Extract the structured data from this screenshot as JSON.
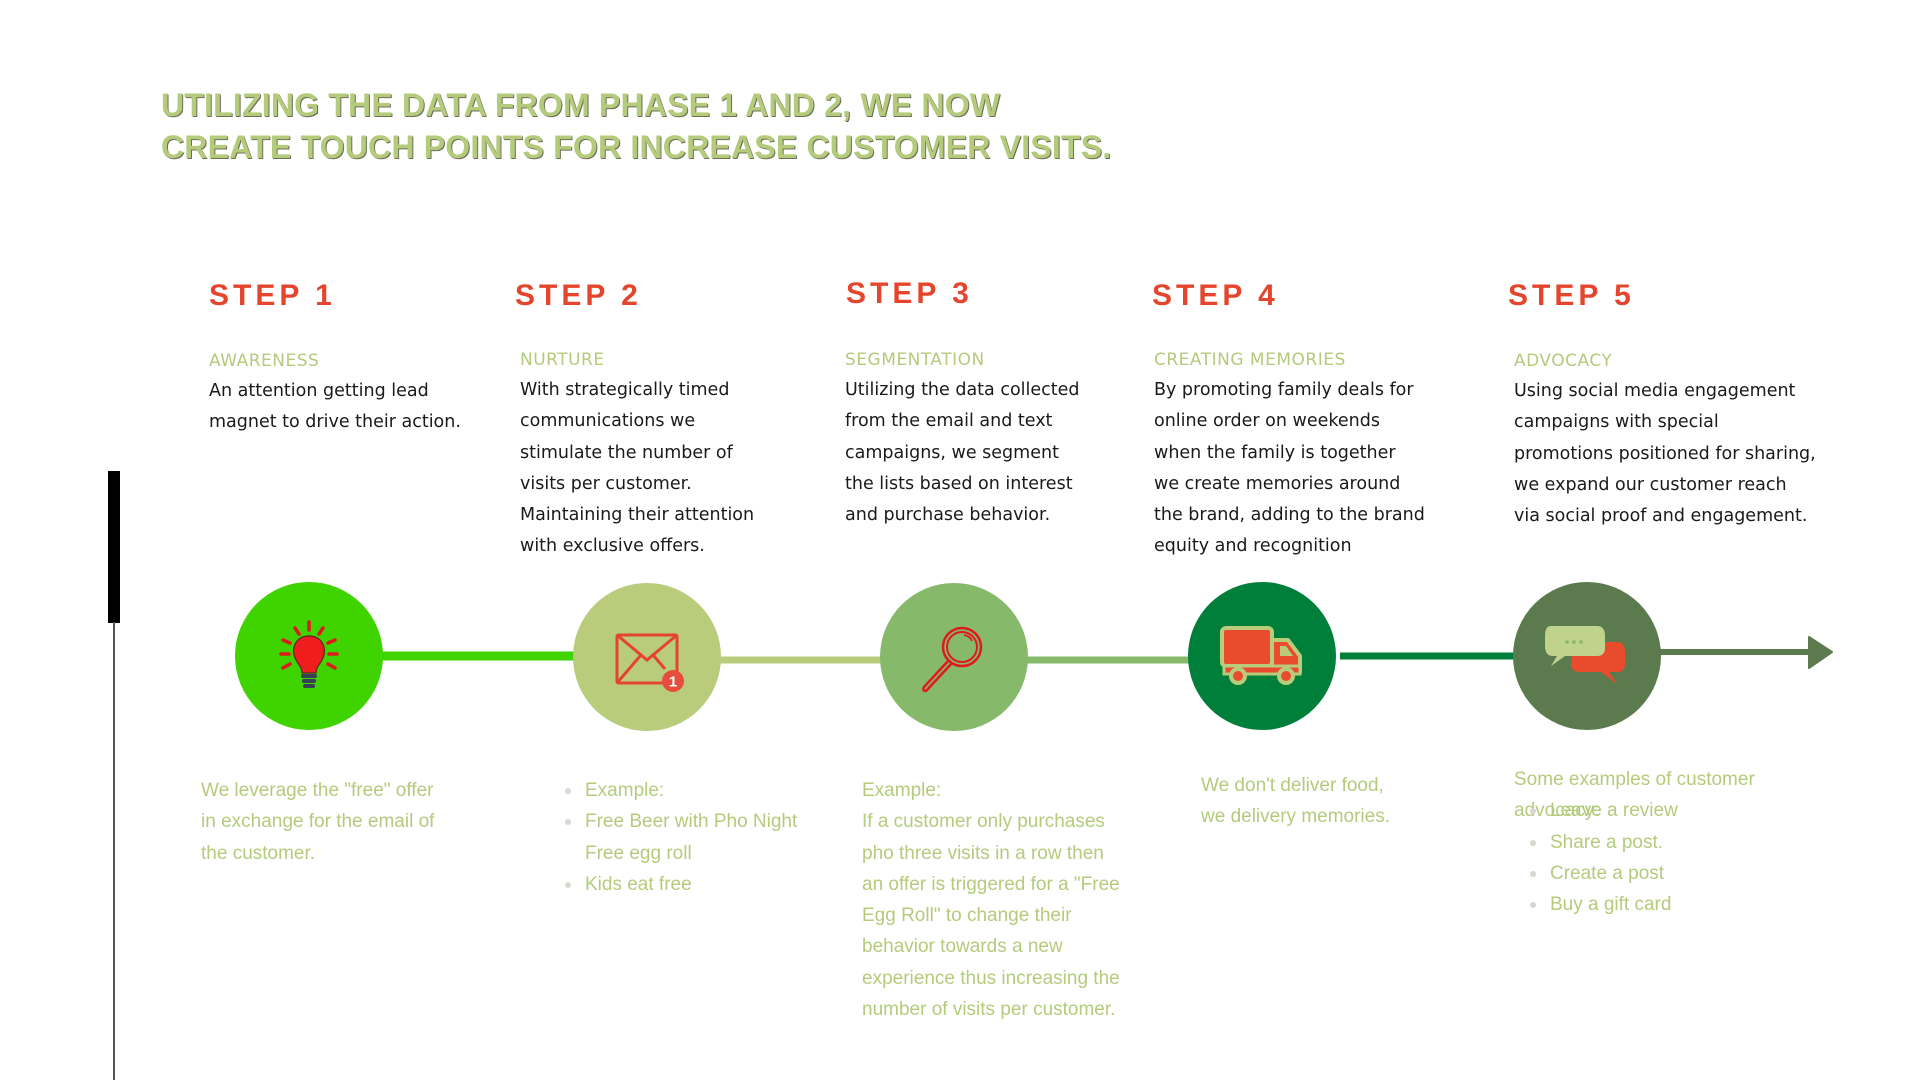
{
  "header": {
    "title_line1": "UTILIZING THE DATA FROM PHASE 1 AND 2, WE NOW",
    "title_line2": "CREATE TOUCH POINTS FOR INCREASE CUSTOMER VISITS."
  },
  "colors": {
    "title": "#b4cb7c",
    "step_heading": "#e5452c",
    "subtitle": "#b4cb7c",
    "connector_1": "#3fd400",
    "connector_2": "#b8cc7c",
    "connector_3": "#86b96a",
    "connector_4": "#007f3a",
    "connector_5": "#5b7a4e"
  },
  "steps": [
    {
      "heading": "STEP 1",
      "subtitle": "AWARENESS",
      "description": [
        "An attention getting lead",
        "magnet to drive their action."
      ],
      "icon": "lightbulb-icon",
      "circle_color": "#3fd400",
      "detail_intro": [
        "We leverage the \"free\" offer",
        "in exchange for the email of",
        "the customer."
      ],
      "detail_bullets": []
    },
    {
      "heading": "STEP 2",
      "subtitle": "NURTURE",
      "description": [
        "With strategically timed",
        "communications we",
        "stimulate the number of",
        "visits per customer.",
        "Maintaining their attention",
        "with exclusive offers."
      ],
      "icon": "email-notification-icon",
      "badge": "1",
      "circle_color": "#b8cc7c",
      "detail_intro": [],
      "detail_bullets": [
        {
          "text": "Example:",
          "bullet": true
        },
        {
          "text": "Free Beer with Pho Night",
          "bullet": true
        },
        {
          "text": "Free egg roll",
          "bullet": false
        },
        {
          "text": "Kids eat free",
          "bullet": true
        }
      ]
    },
    {
      "heading": "STEP 3",
      "subtitle": "SEGMENTATION",
      "description": [
        "Utilizing the data collected",
        "from the email and text",
        "campaigns, we segment",
        "the lists based on interest",
        "and purchase behavior."
      ],
      "icon": "magnifier-icon",
      "circle_color": "#86b96a",
      "detail_intro": [
        "Example:",
        "If a customer only purchases",
        "pho three visits in a row then",
        "an offer is triggered for a \"Free",
        "Egg Roll\" to change their",
        "behavior towards a new",
        "experience thus increasing the",
        "number of visits per customer."
      ],
      "detail_bullets": []
    },
    {
      "heading": "STEP 4",
      "subtitle": "CREATING MEMORIES",
      "description": [
        "By promoting family deals for",
        "online order on weekends",
        "when the family is together",
        "we create memories around",
        "the brand, adding to the brand",
        "equity and recognition"
      ],
      "icon": "delivery-truck-icon",
      "circle_color": "#007f3a",
      "detail_intro": [
        "We don't deliver food,",
        "we delivery memories."
      ],
      "detail_bullets": []
    },
    {
      "heading": "STEP 5",
      "subtitle": "ADVOCACY",
      "description": [
        "Using social media engagement",
        "campaigns with special",
        "promotions positioned for sharing,",
        "we expand our customer reach",
        "via social proof and engagement."
      ],
      "icon": "chat-bubbles-icon",
      "circle_color": "#5b7a4e",
      "detail_intro": [
        "Some examples of customer",
        "advocacy:"
      ],
      "detail_bullets": [
        {
          "text": "Leave a review",
          "bullet": true
        },
        {
          "text": "Share a post.",
          "bullet": true
        },
        {
          "text": "Create a post",
          "bullet": true
        },
        {
          "text": "Buy a gift card",
          "bullet": true
        }
      ]
    }
  ]
}
